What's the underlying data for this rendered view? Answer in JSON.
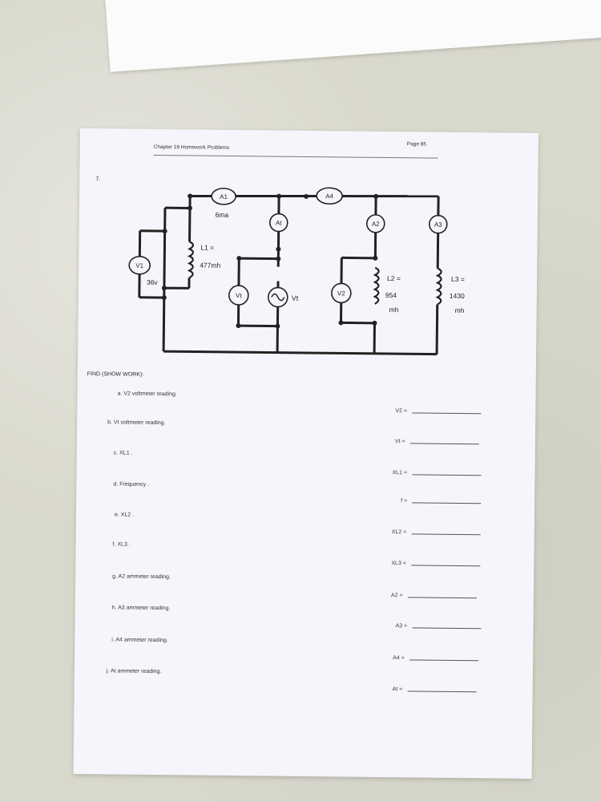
{
  "header": {
    "left": "Chapter 19 Homework Problems",
    "right": "Page 85"
  },
  "problem_number": "7.",
  "circuit": {
    "a1": "A1",
    "a1_value": "6ma",
    "a4": "A4",
    "at": "At",
    "a2": "A2",
    "a3": "A3",
    "v1": "V1",
    "v1_value": "36v",
    "l1_label": "L1 =",
    "l1_value": "477mh",
    "vt_meter": "Vt",
    "vt_source": "Vt",
    "v2": "V2",
    "l2_label": "L2 =",
    "l2_value": "954",
    "l2_unit": "mh",
    "l3_label": "L3 =",
    "l3_value": "1430",
    "l3_unit": "mh"
  },
  "find_label": "FIND (SHOW WORK):",
  "questions": [
    "a.  V2 voltmeter reading.",
    "b.  Vt voltmeter reading.",
    "c.  XL1 .",
    "d.  Frequency .",
    "e.  XL2 .",
    "f.  XL3 .",
    "g.  A2 ammeter reading.",
    "h.  A3 ammeter reading.",
    "i.  A4 ammeter reading.",
    "j.  At ammeter reading."
  ],
  "answers": [
    "V2 =",
    "Vt =",
    "XL1 =",
    "f =",
    "XL2 =",
    "XL3 =",
    "A2 =",
    "A3 =",
    "A4 =",
    "At ="
  ]
}
